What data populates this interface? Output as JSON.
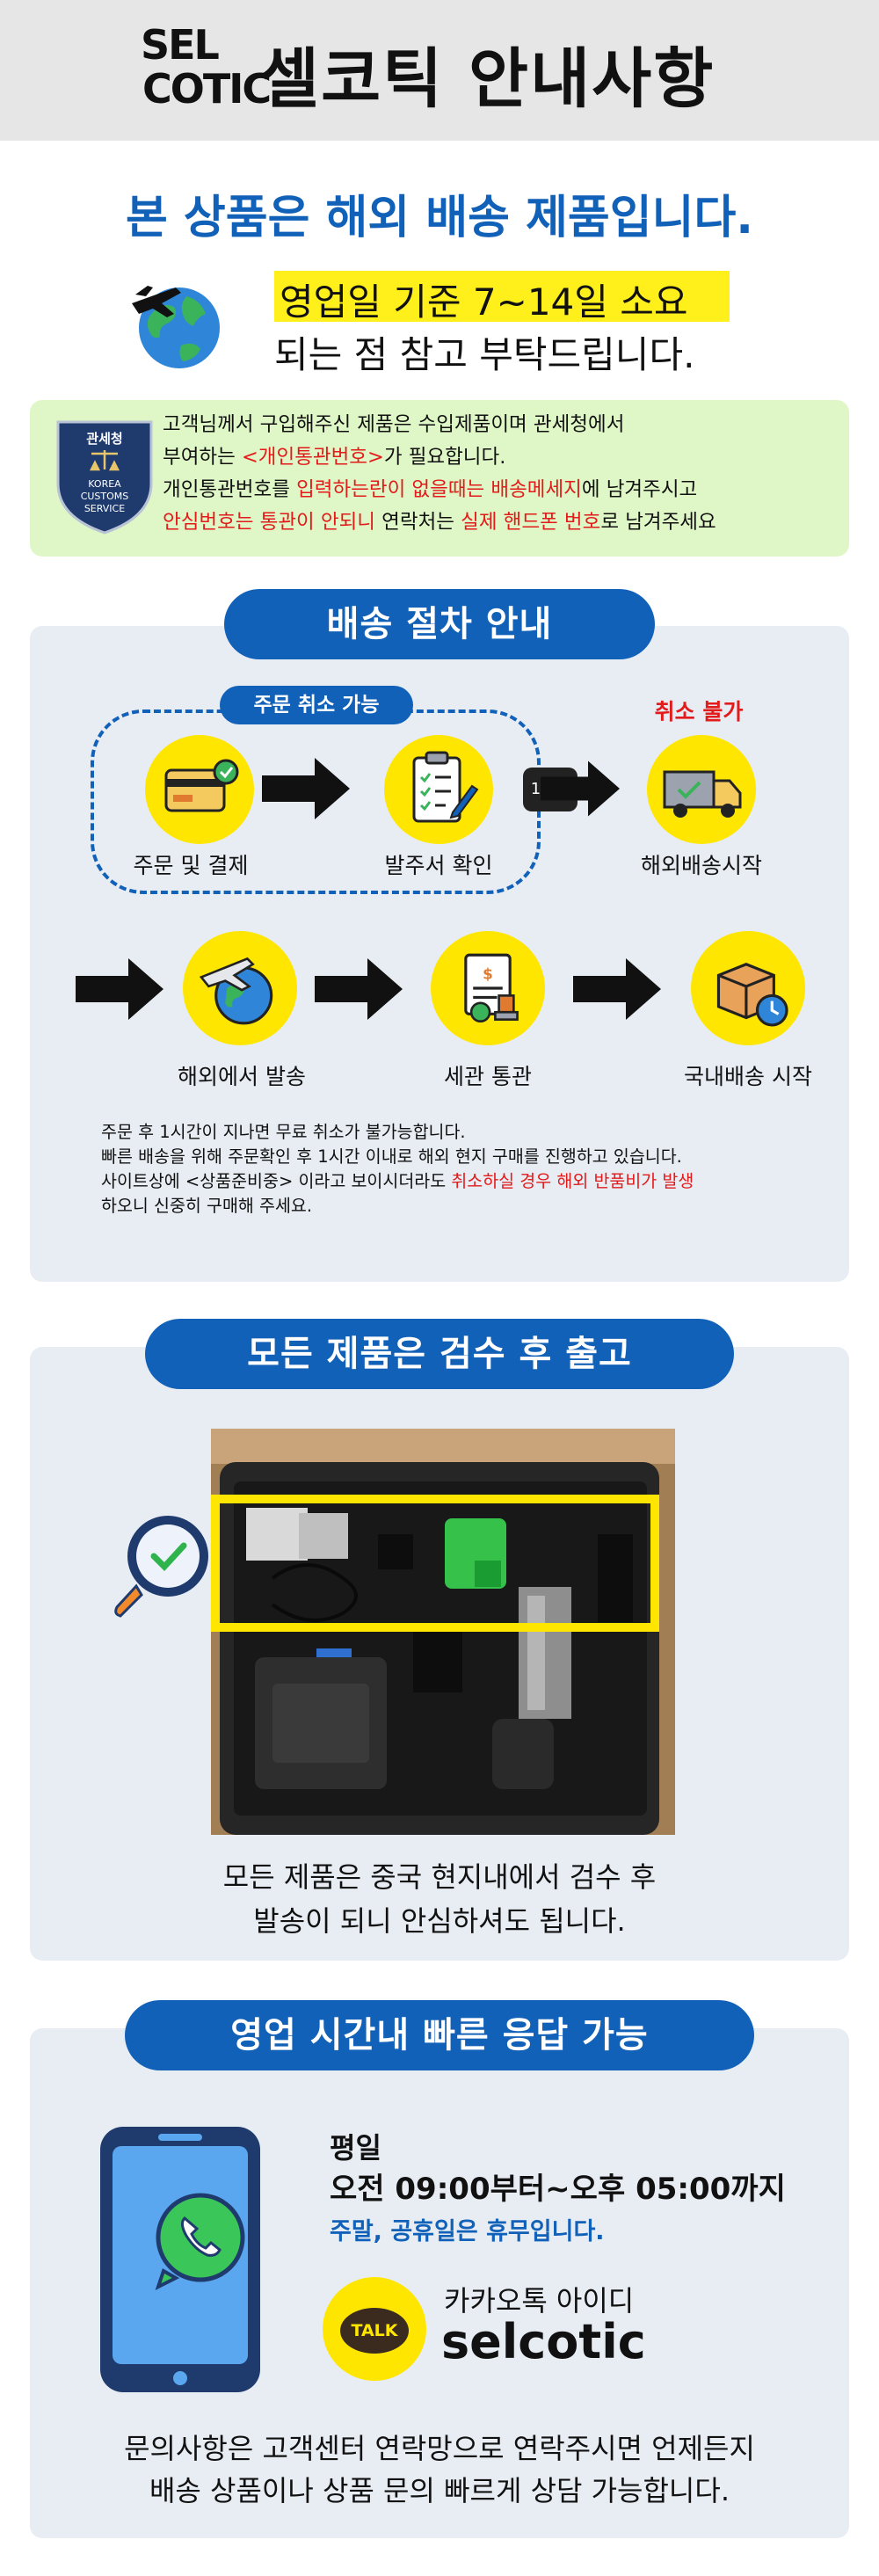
{
  "header": {
    "logo_line1": "SEL",
    "logo_line2": "COTIC",
    "title": "셀코틱 안내사항"
  },
  "hero": {
    "headline": "본 상품은 해외 배송 제품입니다.",
    "highlight": "영업일 기준 7~14일 소요",
    "subline": "되는 점 참고 부탁드립니다."
  },
  "notice": {
    "badge_top": "관세청",
    "badge_lines": [
      "KOREA",
      "CUSTOMS",
      "SERVICE"
    ],
    "line1": "고객님께서 구입해주신 제품은 수입제품이며 관세청에서",
    "line2_a": "부여하는 ",
    "line2_b": "<개인통관번호>",
    "line2_c": "가 필요합니다.",
    "line3_a": "개인통관번호를 ",
    "line3_b": "입력하는란이 없을때는 배송메세지",
    "line3_c": "에 남겨주시고",
    "line4_a": "안심번호는 통관이 안되니",
    "line4_b": " 연락처는 ",
    "line4_c": "실제 핸드폰 번호",
    "line4_d": "로 남겨주세요"
  },
  "shipping": {
    "title": "배송 절차 안내",
    "cancel_ok": "주문 취소 가능",
    "cancel_no": "취소 불가",
    "hour_tag": "1시간",
    "steps": [
      "주문 및 결제",
      "발주서 확인",
      "해외배송시작",
      "해외에서 발송",
      "세관 통관",
      "국내배송 시작"
    ],
    "note1": "주문 후 1시간이 지나면 무료 취소가 불가능합니다.",
    "note2": "빠른 배송을 위해 주문확인 후 1시간 이내로 해외 현지 구매를 진행하고 있습니다.",
    "note3_a": "사이트상에 <상품준비중> 이라고 보이시더라도 ",
    "note3_b": "취소하실 경우 해외 반품비가 발생",
    "note4": "하오니 신중히 구매해 주세요."
  },
  "inspection": {
    "title": "모든 제품은 검수 후 출고",
    "line1": "모든 제품은 중국 현지내에서 검수 후",
    "line2": "발송이 되니 안심하셔도 됩니다."
  },
  "hours": {
    "title": "영업 시간내 빠른 응답 가능",
    "weekday_label": "평일",
    "weekday_time": "오전 09:00부터~오후 05:00까지",
    "weekend": "주말, 공휴일은 휴무입니다.",
    "kakao_label": "카카오톡 아이디",
    "kakao_badge": "TALK",
    "kakao_id": "selcotic",
    "contact1": "문의사항은 고객센터 연락망으로 연락주시면 언제든지",
    "contact2": "배송 상품이나 상품 문의 빠르게 상담 가능합니다."
  },
  "colors": {
    "brand_blue": "#1261b8",
    "highlight_yellow": "#ffef1a",
    "warning_red": "#e21b1b",
    "notice_green": "#dff7c6",
    "panel_gray": "#e8edf4"
  }
}
